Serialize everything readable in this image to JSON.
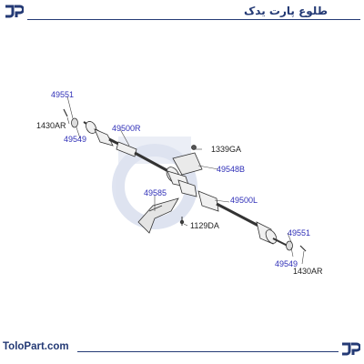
{
  "header": {
    "brand_fa": "طلوع پارت یدک"
  },
  "footer": {
    "site": "ToloPart.com"
  },
  "labels": {
    "l1": "49551",
    "l2": "1430AR",
    "l3": "49549",
    "l4": "49500R",
    "l5": "1339GA",
    "l6": "49548B",
    "l7": "49585",
    "l8": "49500L",
    "l9": "1129DA",
    "l10": "49551",
    "l11": "49549",
    "l12": "1430AR"
  },
  "colors": {
    "brand": "#243a75",
    "label": "#3030b8"
  }
}
